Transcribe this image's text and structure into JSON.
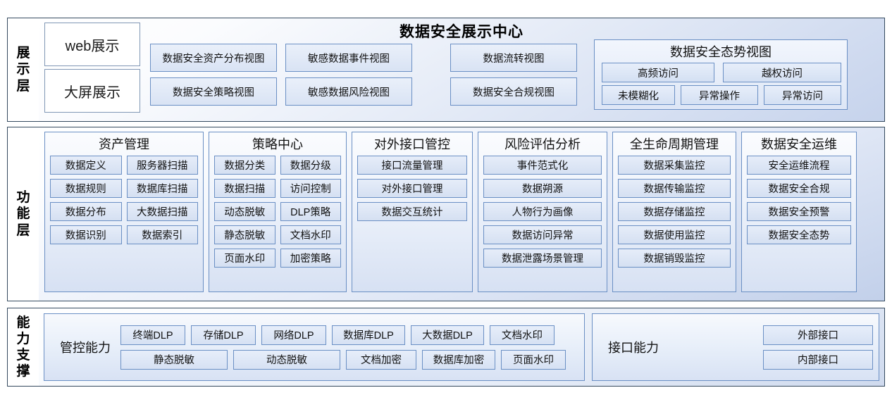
{
  "title": "数据安全展示中心",
  "display_layer": {
    "label": "展示层",
    "channels": [
      {
        "name": "web展示"
      },
      {
        "name": "大屏展示"
      }
    ],
    "views": [
      {
        "name": "数据安全资产分布视图"
      },
      {
        "name": "敏感数据事件视图"
      },
      {
        "name": "数据流转视图"
      },
      {
        "name": "数据安全策略视图"
      },
      {
        "name": "敏感数据风险视图"
      },
      {
        "name": "数据安全合规视图"
      }
    ],
    "situation": {
      "title": "数据安全态势视图",
      "row1": [
        "高频访问",
        "越权访问"
      ],
      "row2": [
        "未模糊化",
        "异常操作",
        "异常访问"
      ]
    }
  },
  "function_layer": {
    "label": "功能层",
    "groups": [
      {
        "title": "资产管理",
        "columns": [
          [
            "数据定义",
            "数据规则",
            "数据分布",
            "数据识别"
          ],
          [
            "服务器扫描",
            "数据库扫描",
            "大数据扫描",
            "数据索引"
          ]
        ]
      },
      {
        "title": "策略中心",
        "columns": [
          [
            "数据分类",
            "数据扫描",
            "动态脱敏",
            "静态脱敏",
            "页面水印"
          ],
          [
            "数据分级",
            "访问控制",
            "DLP策略",
            "文档水印",
            "加密策略"
          ]
        ]
      },
      {
        "title": "对外接口管控",
        "columns": [
          [
            "接口流量管理",
            "对外接口管理",
            "数据交互统计"
          ]
        ]
      },
      {
        "title": "风险评估分析",
        "columns": [
          [
            "事件范式化",
            "数据朔源",
            "人物行为画像",
            "数据访问异常",
            "数据泄露场景管理"
          ]
        ]
      },
      {
        "title": "全生命周期管理",
        "columns": [
          [
            "数据采集监控",
            "数据传输监控",
            "数据存储监控",
            "数据使用监控",
            "数据销毁监控"
          ]
        ]
      },
      {
        "title": "数据安全运维",
        "columns": [
          [
            "安全运维流程",
            "数据安全合规",
            "数据安全预警",
            "数据安全态势"
          ]
        ]
      }
    ]
  },
  "capability_layer": {
    "label": "能力支撑",
    "groups": [
      {
        "name": "管控能力",
        "rows": [
          [
            "终端DLP",
            "存储DLP",
            "网络DLP",
            "数据库DLP",
            "大数据DLP",
            "文档水印"
          ],
          [
            "静态脱敏",
            "动态脱敏",
            "文档加密",
            "数据库加密",
            "页面水印"
          ]
        ]
      },
      {
        "name": "接口能力",
        "rows": [
          [
            "外部接口"
          ],
          [
            "内部接口"
          ]
        ]
      }
    ]
  },
  "colors": {
    "layer_border": "#34495e",
    "box_border": "#6a8fc4",
    "box_fill": "#dce4f0",
    "panel_gradient_end": "#c6d3ec"
  }
}
